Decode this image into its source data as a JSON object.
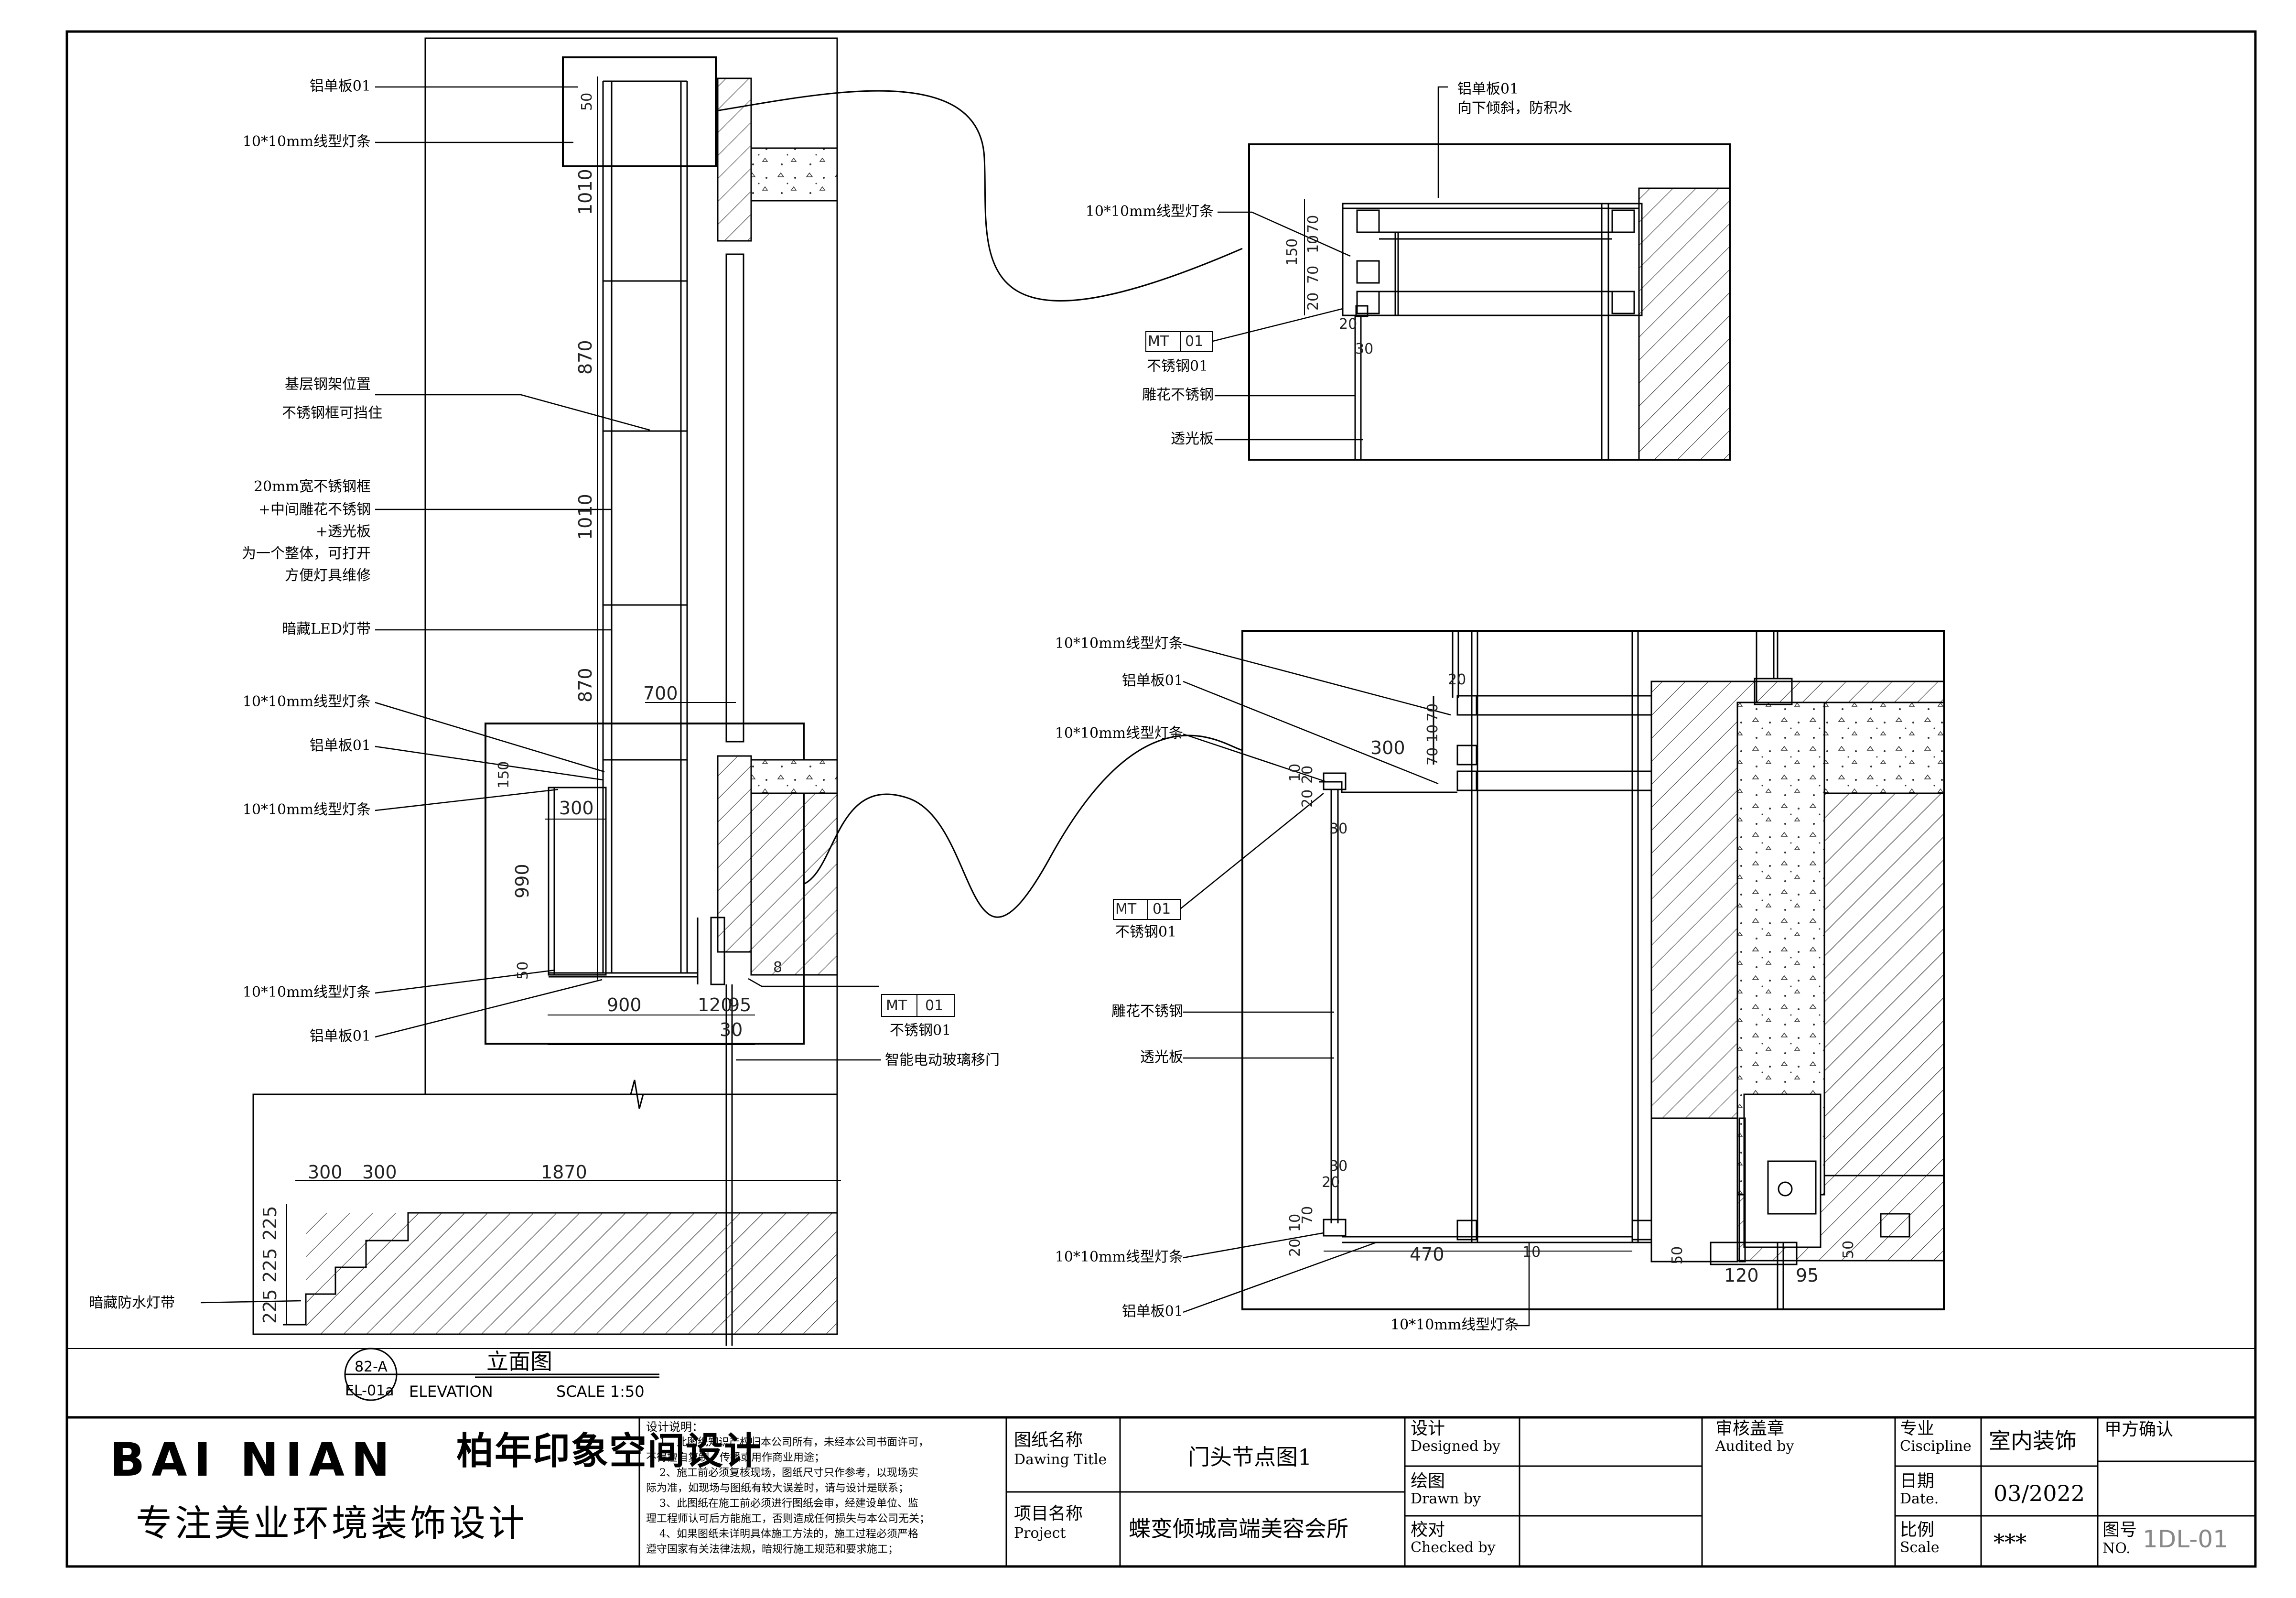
{
  "elevation": {
    "labels": {
      "alu01_top": "铝单板01",
      "strip_top": "10*10mm线型灯条",
      "steel_pos_1": "基层钢架位置",
      "steel_pos_2": "不锈钢框可挡住",
      "frame_1": "20mm宽不锈钢框",
      "frame_2": "+中间雕花不锈钢",
      "frame_3": "+透光板",
      "frame_4": "为一个整体，可打开",
      "frame_5": "方便灯具维修",
      "led": "暗藏LED灯带",
      "strip_mid1": "10*10mm线型灯条",
      "alu01_mid": "铝单板01",
      "strip_mid2": "10*10mm线型灯条",
      "strip_bot": "10*10mm线型灯条",
      "alu01_bot": "铝单板01",
      "door": "智能电动玻璃移门",
      "waterproof": "暗藏防水灯带",
      "mt_code": "MT",
      "mt_num": "01",
      "mt_name": "不锈钢01"
    },
    "dims": {
      "d50_top": "50",
      "d1010_a": "1010",
      "d870_a": "870",
      "d1010_b": "1010",
      "d870_b": "870",
      "d700": "700",
      "d150": "150",
      "d300": "300",
      "d990": "990",
      "d50_bot": "50",
      "d900": "900",
      "d120": "120",
      "d95": "95",
      "d30": "30",
      "d8": "8",
      "step_300a": "300",
      "step_300b": "300",
      "step_1870": "1870",
      "step_225a": "225",
      "step_225b": "225",
      "step_225c": "225"
    }
  },
  "detail_top": {
    "labels": {
      "alu_1": "铝单板01",
      "alu_2": "向下倾斜，防积水",
      "strip": "10*10mm线型灯条",
      "mt_code": "MT",
      "mt_num": "01",
      "mt_name": "不锈钢01",
      "carved": "雕花不锈钢",
      "translucent": "透光板"
    },
    "dims": {
      "d150": "150",
      "d70a": "70",
      "d10": "10",
      "d70b": "70",
      "d20a": "20",
      "d20b": "20",
      "d30": "30"
    }
  },
  "detail_bottom": {
    "labels": {
      "strip_1": "10*10mm线型灯条",
      "alu_1": "铝单板01",
      "strip_2": "10*10mm线型灯条",
      "mt_code": "MT",
      "mt_num": "01",
      "mt_name": "不锈钢01",
      "carved": "雕花不锈钢",
      "translucent": "透光板",
      "strip_3": "10*10mm线型灯条",
      "alu_2": "铝单板01",
      "strip_4": "10*10mm线型灯条"
    },
    "dims": {
      "d20": "20",
      "d70a": "70",
      "d10a": "10",
      "d70b": "70",
      "d300": "300",
      "d10b": "10",
      "d20b": "20",
      "d20c": "20",
      "d30a": "30",
      "d30b": "30",
      "d20d": "20",
      "d10c": "10",
      "d70c": "70",
      "d20e": "20",
      "d470": "470",
      "d10d": "10",
      "d50a": "50",
      "d120": "120",
      "d95": "95",
      "d50b": "50"
    }
  },
  "caption": {
    "ref_num": "82-A",
    "ref_sheet": "EL-01a",
    "title_cn": "立面图",
    "title_en": "ELEVATION",
    "scale": "SCALE 1:50"
  },
  "title_block": {
    "brand_logo": "BAI NIAN",
    "brand_cn": "柏年印象空间设计",
    "slogan": "专注美业环境装饰设计",
    "notes_title": "设计说明：",
    "notes": [
      "1、此图纸知识产权归本公司所有，未经本公司书面许可，",
      "不得擅自复制、传播或用作商业用途；",
      "2、施工前必须复核现场，图纸尺寸只作参考，以现场实",
      "际为准，如现场与图纸有较大误差时，请与设计是联系；",
      "3、此图纸在施工前必须进行图纸会审，经建设单位、监",
      "理工程师认可后方能施工，否则造成任何损失与本公司无关；",
      "4、如果图纸未详明具体施工方法的，施工过程必须严格",
      "遵守国家有关法律法规，暗规行施工规范和要求施工；"
    ],
    "drawing_title_cn": "图纸名称",
    "drawing_title_en": "Dawing Title",
    "drawing_title_val": "门头节点图1",
    "project_cn": "项目名称",
    "project_en": "Project",
    "project_val": "蝶变倾城高端美容会所",
    "designed_cn": "设计",
    "designed_en": "Designed by",
    "drawn_cn": "绘图",
    "drawn_en": "Drawn by",
    "checked_cn": "校对",
    "checked_en": "Checked by",
    "audit_cn": "审核盖章",
    "audit_en": "Audited by",
    "discipline_cn": "专业",
    "discipline_en": "Ciscipline",
    "discipline_val": "室内装饰",
    "date_cn": "日期",
    "date_en": "Date.",
    "date_val": "03/2022",
    "scale_cn": "比例",
    "scale_en": "Scale",
    "scale_val": "***",
    "client_confirm": "甲方确认",
    "no_cn": "图号",
    "no_en": "NO.",
    "no_val": "1DL-01"
  }
}
